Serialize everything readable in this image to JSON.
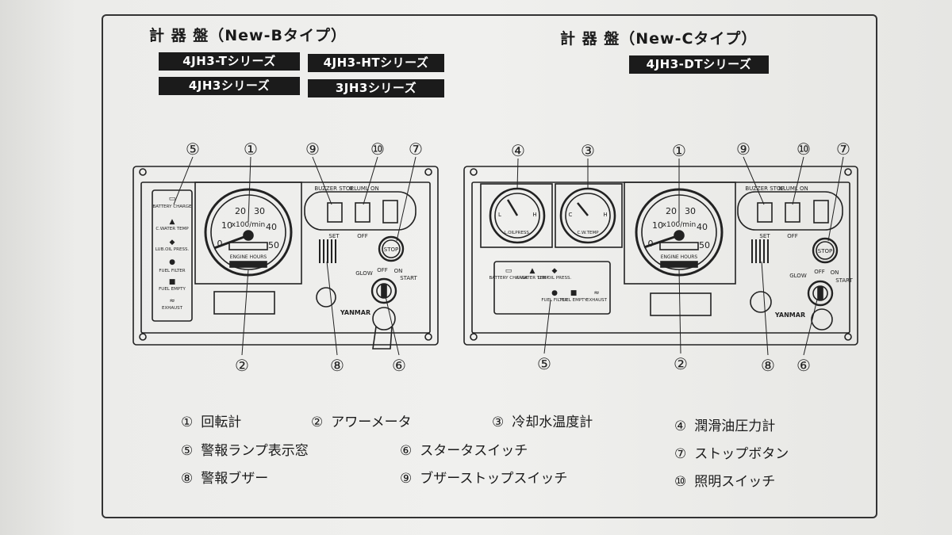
{
  "panel_b": {
    "title": "計 器 盤（New-Bタイプ）",
    "series": [
      "4JH3-Tシリーズ",
      "4JH3-HTシリーズ",
      "4JH3シリーズ",
      "3JH3シリーズ"
    ]
  },
  "panel_c": {
    "title": "計 器 盤（New-Cタイプ）",
    "series": [
      "4JH3-DTシリーズ"
    ]
  },
  "callouts": {
    "n1": "①",
    "n2": "②",
    "n3": "③",
    "n4": "④",
    "n5": "⑤",
    "n6": "⑥",
    "n7": "⑦",
    "n8": "⑧",
    "n9": "⑨",
    "n10": "⑩"
  },
  "labels": {
    "battery_charge": "BATTERY CHARGE",
    "c_water_temp": "C.WATER TEMP",
    "lub_oil_press": "LUB.OIL PRESS.",
    "fuel_filter": "FUEL FILTER",
    "fuel_empty": "FUEL EMPTY",
    "exhaust": "EXHAUST",
    "buzzer_stop": "BUZZER STOP",
    "illuml_on": "ILLUML ON",
    "set": "SET",
    "off": "OFF",
    "stop": "STOP",
    "glow": "GLOW",
    "off2": "OFF",
    "on": "ON",
    "start": "START",
    "x100min": "x100/min",
    "engine_hours": "ENGINE HOURS",
    "brand": "YANMAR",
    "l_oil_press": "L.OILPRESS.",
    "c_w_temp": "C.W.TEMP",
    "t10": "10",
    "t20": "20",
    "t30": "30",
    "t40": "40",
    "t50": "50",
    "t0": "0",
    "lo": "L",
    "hi": "H",
    "cold": "C"
  },
  "legend": [
    {
      "num": "①",
      "text": "回転計"
    },
    {
      "num": "②",
      "text": "アワーメータ"
    },
    {
      "num": "③",
      "text": "冷却水温度計"
    },
    {
      "num": "④",
      "text": "潤滑油圧力計"
    },
    {
      "num": "⑤",
      "text": "警報ランプ表示窓"
    },
    {
      "num": "⑥",
      "text": "スタータスイッチ"
    },
    {
      "num": "⑦",
      "text": "ストップボタン"
    },
    {
      "num": "⑧",
      "text": "警報ブザー"
    },
    {
      "num": "⑨",
      "text": "ブザーストップスイッチ"
    },
    {
      "num": "⑩",
      "text": "照明スイッチ"
    }
  ]
}
